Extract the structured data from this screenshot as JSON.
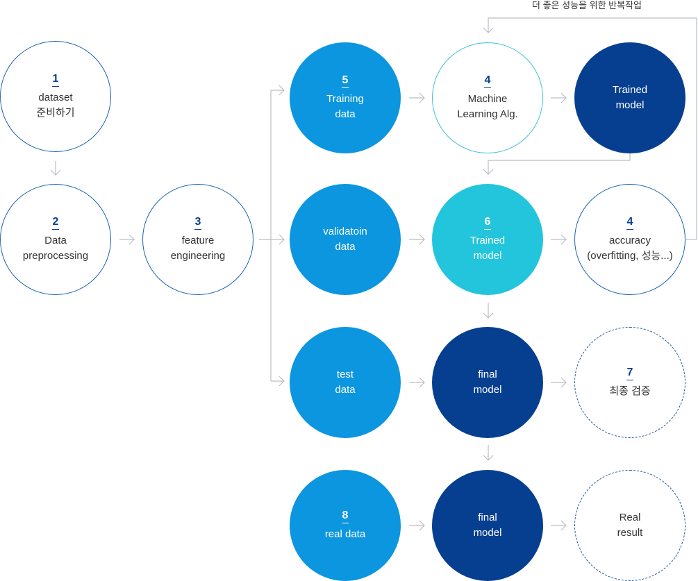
{
  "loop_label": "더 좋은 성능을 위한 반복작업",
  "nodes": {
    "dataset": {
      "num": "1",
      "line1": "dataset",
      "line2": "준비하기"
    },
    "preprocessing": {
      "num": "2",
      "line1": "Data",
      "line2": "preprocessing"
    },
    "feature": {
      "num": "3",
      "line1": "feature",
      "line2": "engineering"
    },
    "training_data": {
      "num": "5",
      "line1": "Training",
      "line2": "data"
    },
    "ml_alg": {
      "num": "4",
      "line1": "Machine",
      "line2": "Learning Alg."
    },
    "trained_model_top": {
      "num": "",
      "line1": "Trained",
      "line2": "model"
    },
    "validation_data": {
      "num": "",
      "line1": "validatoin",
      "line2": "data"
    },
    "trained_model_mid": {
      "num": "6",
      "line1": "Trained",
      "line2": "model"
    },
    "accuracy": {
      "num": "4",
      "line1": "accuracy",
      "line2": "(overfitting, 성능...)"
    },
    "test_data": {
      "num": "",
      "line1": "test",
      "line2": "data"
    },
    "final_model_1": {
      "num": "",
      "line1": "final",
      "line2": "model"
    },
    "final_check": {
      "num": "7",
      "line1": "최종 검증",
      "line2": ""
    },
    "real_data": {
      "num": "8",
      "line1": "real data",
      "line2": ""
    },
    "final_model_2": {
      "num": "",
      "line1": "final",
      "line2": "model"
    },
    "real_result": {
      "num": "",
      "line1": "Real",
      "line2": "result"
    }
  },
  "colors": {
    "outline_blue": "#1c63b4",
    "outline_cyan": "#3cc1d8",
    "fill_blue": "#0b96df",
    "fill_navy": "#063f8f",
    "fill_cyan": "#22c5db",
    "connector": "#b9bec4"
  }
}
